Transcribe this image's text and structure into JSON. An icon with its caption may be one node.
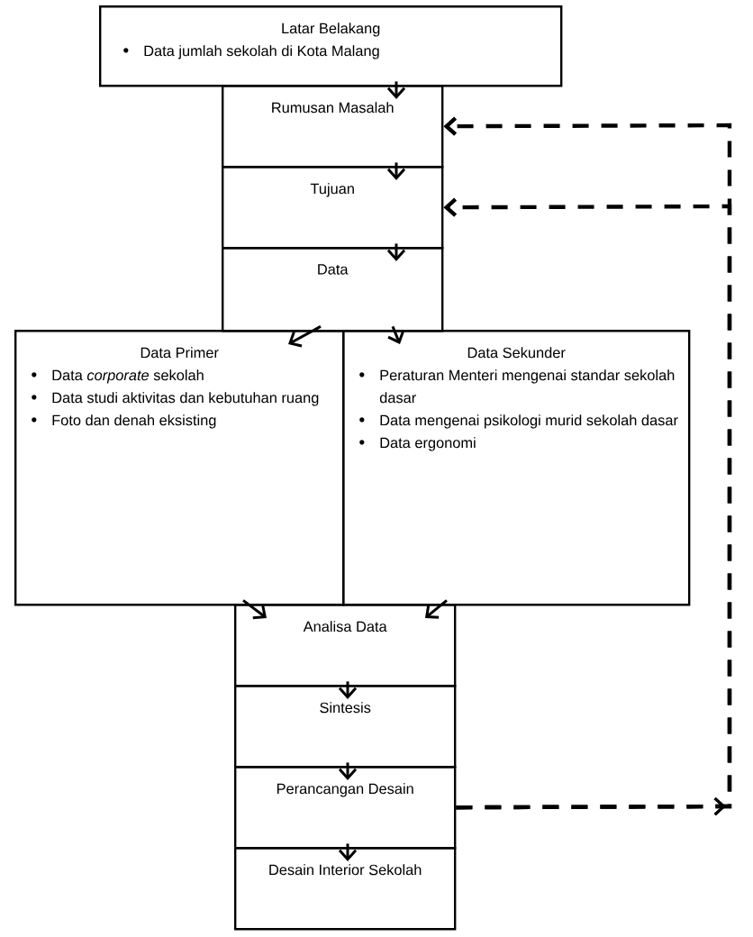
{
  "diagram": {
    "nodes": [
      {
        "text": [
          "Latar Belakang",
          "Data jumlah sekolah di Kota Malang"
        ]
      },
      {
        "text": [
          "Rumusan Masalah"
        ]
      },
      {
        "text": [
          "Tujuan"
        ]
      },
      {
        "text": [
          "Data"
        ]
      },
      {
        "text": [
          "Data Primer",
          "Data *corporate* sekolah",
          "Data studi aktivitas dan kebutuhan ruang",
          "Foto  dan denah eksisting"
        ]
      },
      {
        "text": [
          "Data Sekunder",
          "Peraturan Menteri mengenai standar sekolah dasar",
          "Data mengenai psikologi murid sekolah dasar",
          "Data ergonomi"
        ]
      },
      {
        "text": [
          "Analisa Data"
        ]
      },
      {
        "text": [
          "Sintesis"
        ]
      },
      {
        "text": [
          "Perancangan Desain"
        ]
      },
      {
        "text": [
          "Desain Interior Sekolah"
        ]
      }
    ],
    "edges": [
      {
        "from": 0,
        "to": 1,
        "arrow": "to"
      },
      {
        "from": 1,
        "to": 2,
        "arrow": "to"
      },
      {
        "from": 2,
        "to": 3,
        "arrow": "to"
      },
      {
        "from": 3,
        "to": 4,
        "arrow": "to"
      },
      {
        "from": 3,
        "to": 5,
        "arrow": "to"
      },
      {
        "from": 4,
        "to": 6,
        "arrow": "to"
      },
      {
        "from": 5,
        "to": 6,
        "arrow": "to"
      },
      {
        "from": 6,
        "to": 7,
        "arrow": "to"
      },
      {
        "from": 7,
        "to": 8,
        "arrow": "to"
      },
      {
        "from": 8,
        "to": 9,
        "arrow": "to"
      },
      {
        "from": 8,
        "to": 1,
        "arrow": "to",
        "style": "dashed"
      },
      {
        "from": 8,
        "to": 2,
        "arrow": "to",
        "style": "dashed"
      }
    ]
  }
}
